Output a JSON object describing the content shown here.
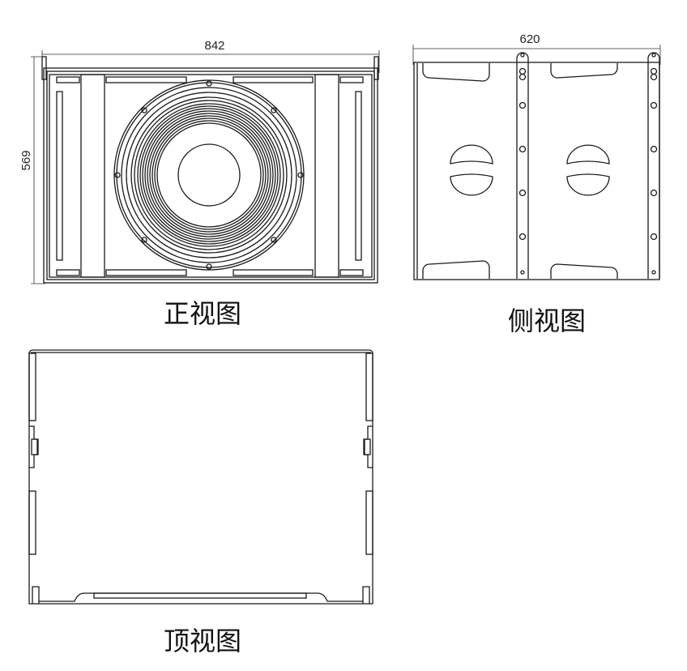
{
  "front_view": {
    "label": "正视图",
    "width_dim": "842",
    "height_dim": "569"
  },
  "side_view": {
    "label": "侧视图",
    "depth_dim": "620"
  },
  "top_view": {
    "label": "顶视图"
  },
  "colors": {
    "line": "#1a1a1a",
    "background": "#ffffff"
  }
}
